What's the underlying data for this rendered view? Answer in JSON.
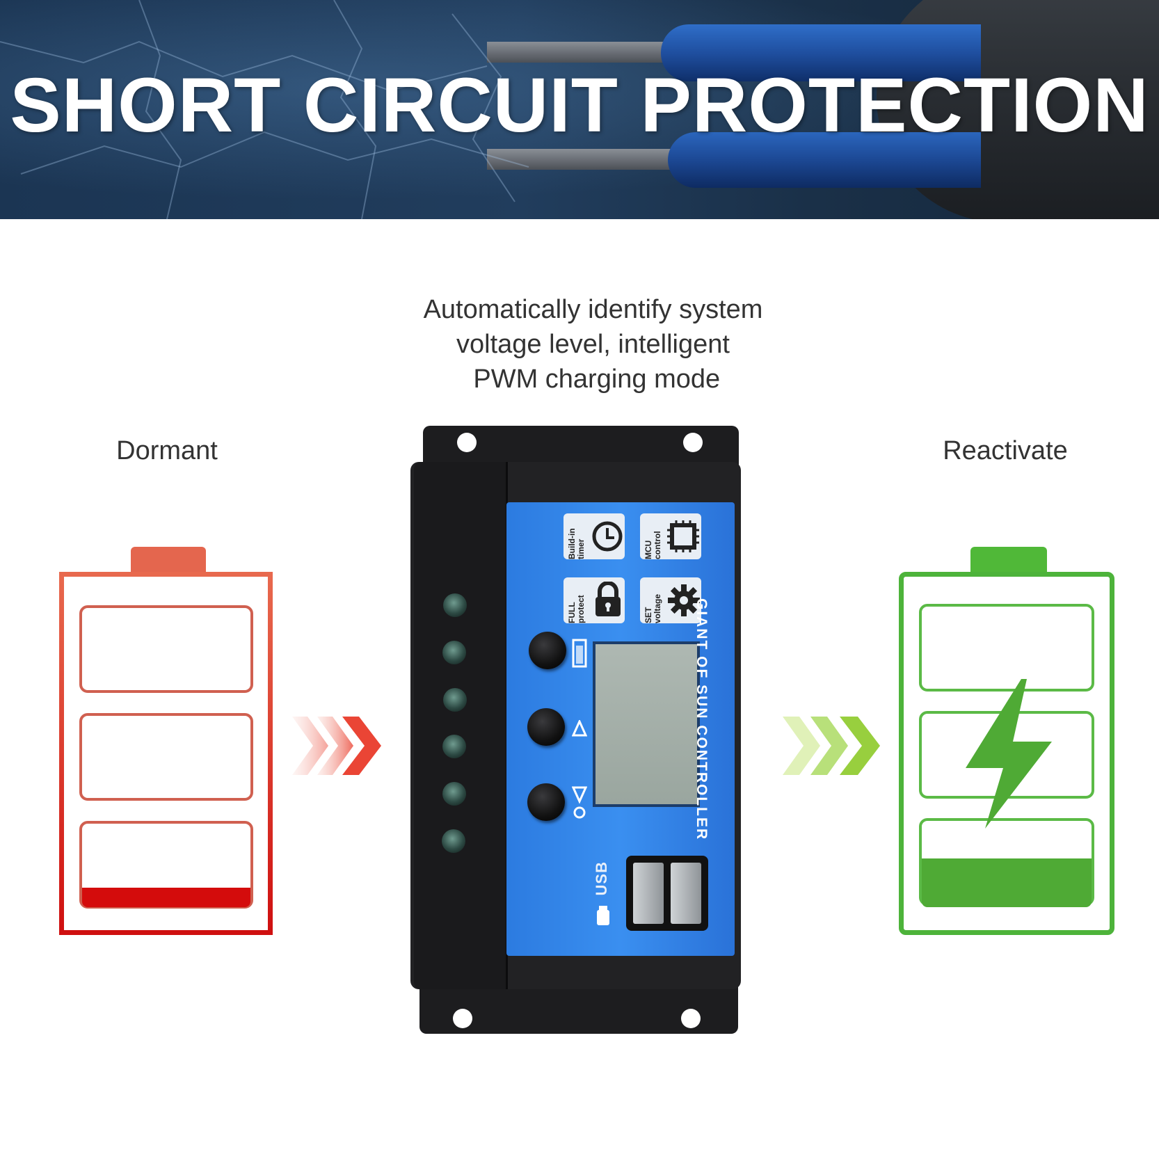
{
  "header": {
    "title": "SHORT CIRCUIT PROTECTION"
  },
  "captions": {
    "center_line1": "Automatically identify system",
    "center_line2": "voltage level, intelligent",
    "center_line3": " PWM charging mode",
    "left": "Dormant",
    "right": "Reactivate"
  },
  "controller": {
    "brand": "GIANT OF SUN CONTROLLER",
    "usb_label": "USB",
    "features": [
      {
        "label": "Build-in timer",
        "icon": "clock-icon"
      },
      {
        "label": "MCU control",
        "icon": "chip-icon"
      },
      {
        "label": "FULL protect",
        "icon": "lock-icon"
      },
      {
        "label": "SET voltage",
        "icon": "gear-icon"
      }
    ],
    "buttons": [
      "menu",
      "up",
      "down"
    ]
  },
  "colors": {
    "red": "#d40c0c",
    "green": "#4faa35",
    "panel_blue": "#3a8ff0",
    "banner_navy": "#1b3553"
  },
  "batteries": {
    "dormant_level": 0.1,
    "reactivate_level": 0.2
  }
}
